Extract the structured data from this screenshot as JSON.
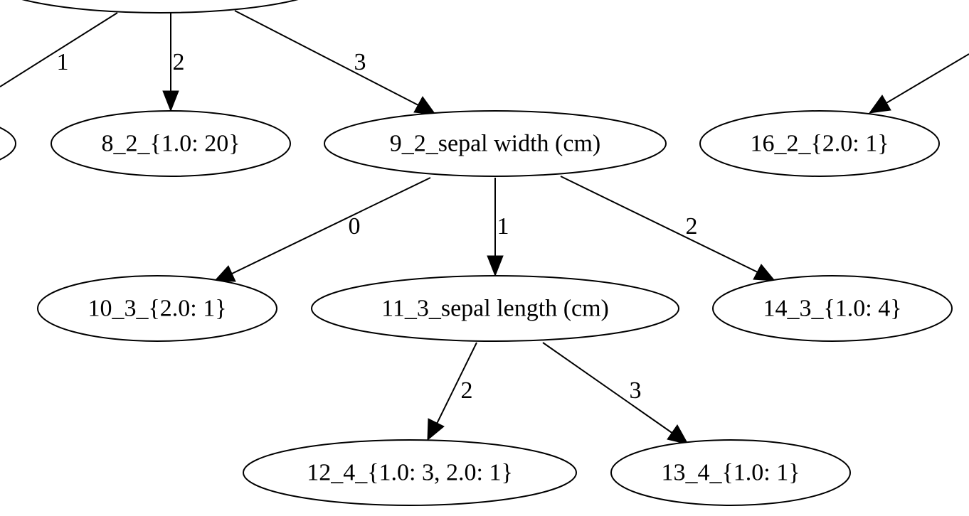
{
  "nodes": [
    {
      "id": "n8",
      "label": "8_2_{1.0: 20}"
    },
    {
      "id": "n9",
      "label": "9_2_sepal width (cm)"
    },
    {
      "id": "n16",
      "label": "16_2_{2.0: 1}"
    },
    {
      "id": "n10",
      "label": "10_3_{2.0: 1}"
    },
    {
      "id": "n11",
      "label": "11_3_sepal length (cm)"
    },
    {
      "id": "n14",
      "label": "14_3_{1.0: 4}"
    },
    {
      "id": "n12",
      "label": "12_4_{1.0: 3, 2.0: 1}"
    },
    {
      "id": "n13",
      "label": "13_4_{1.0: 1}"
    }
  ],
  "edges": [
    {
      "id": "e_top_left",
      "from": "top-parent",
      "to": "offscreen-left",
      "label": "1"
    },
    {
      "id": "e_top_8",
      "from": "top-parent",
      "to": "n8",
      "label": "2"
    },
    {
      "id": "e_top_9",
      "from": "top-parent",
      "to": "n9",
      "label": "3"
    },
    {
      "id": "e_right_16",
      "from": "top-right-parent",
      "to": "n16",
      "label": ""
    },
    {
      "id": "e_9_10",
      "from": "n9",
      "to": "n10",
      "label": "0"
    },
    {
      "id": "e_9_11",
      "from": "n9",
      "to": "n11",
      "label": "1"
    },
    {
      "id": "e_9_14",
      "from": "n9",
      "to": "n14",
      "label": "2"
    },
    {
      "id": "e_11_12",
      "from": "n11",
      "to": "n12",
      "label": "2"
    },
    {
      "id": "e_11_13",
      "from": "n11",
      "to": "n13",
      "label": "3"
    }
  ]
}
